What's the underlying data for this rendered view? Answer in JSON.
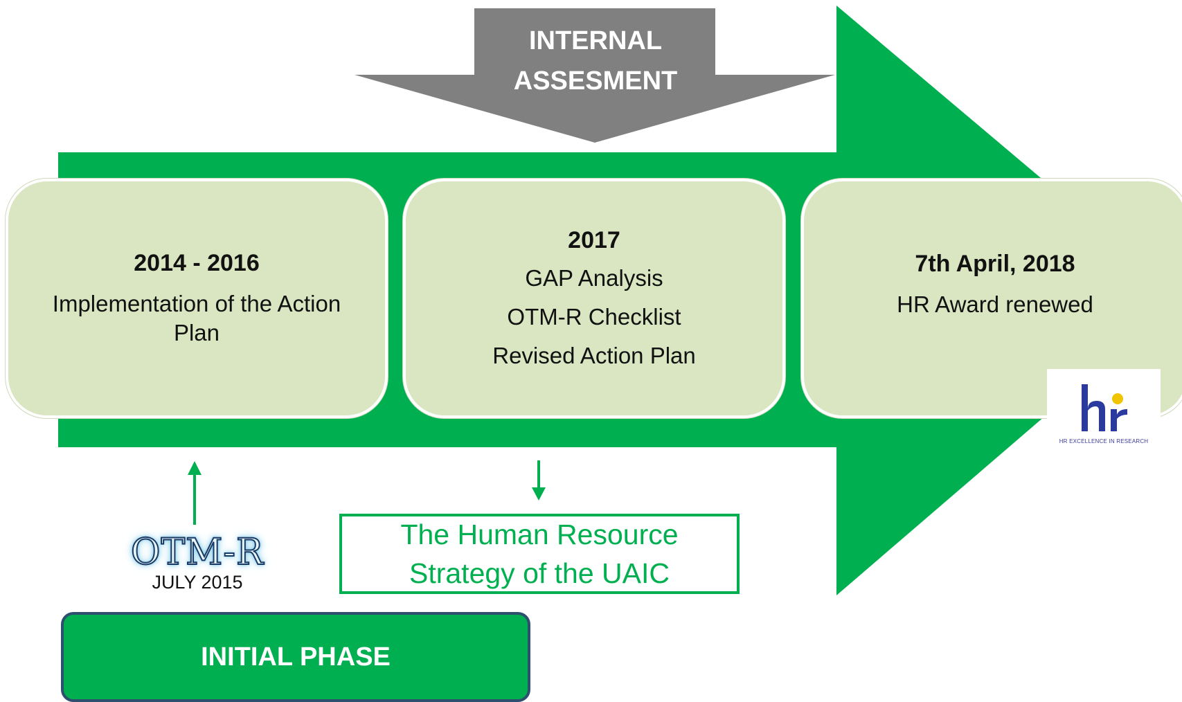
{
  "assessment": {
    "line1": "INTERNAL",
    "line2": "ASSESMENT"
  },
  "cards": [
    {
      "year": "2014 - 2016",
      "lines": [
        "Implementation of the Action Plan"
      ]
    },
    {
      "year": "2017",
      "lines": [
        "GAP Analysis",
        "OTM-R Checklist",
        "Revised Action Plan"
      ]
    },
    {
      "year": "7th April, 2018",
      "lines": [
        "HR Award renewed"
      ]
    }
  ],
  "hr_logo": {
    "mark": "hr",
    "caption": "HR EXCELLENCE IN RESEARCH"
  },
  "otmr": {
    "logo_text": "OTM-R",
    "date": "JULY 2015"
  },
  "strategy": {
    "line1": "The Human Resource",
    "line2": "Strategy of the UAIC"
  },
  "phase": {
    "label": "INITIAL PHASE"
  },
  "colors": {
    "arrow_green": "#00b050",
    "card_fill": "#d9e6c1",
    "assessment_gray": "#808080",
    "border_navy": "#2e4f6e"
  }
}
